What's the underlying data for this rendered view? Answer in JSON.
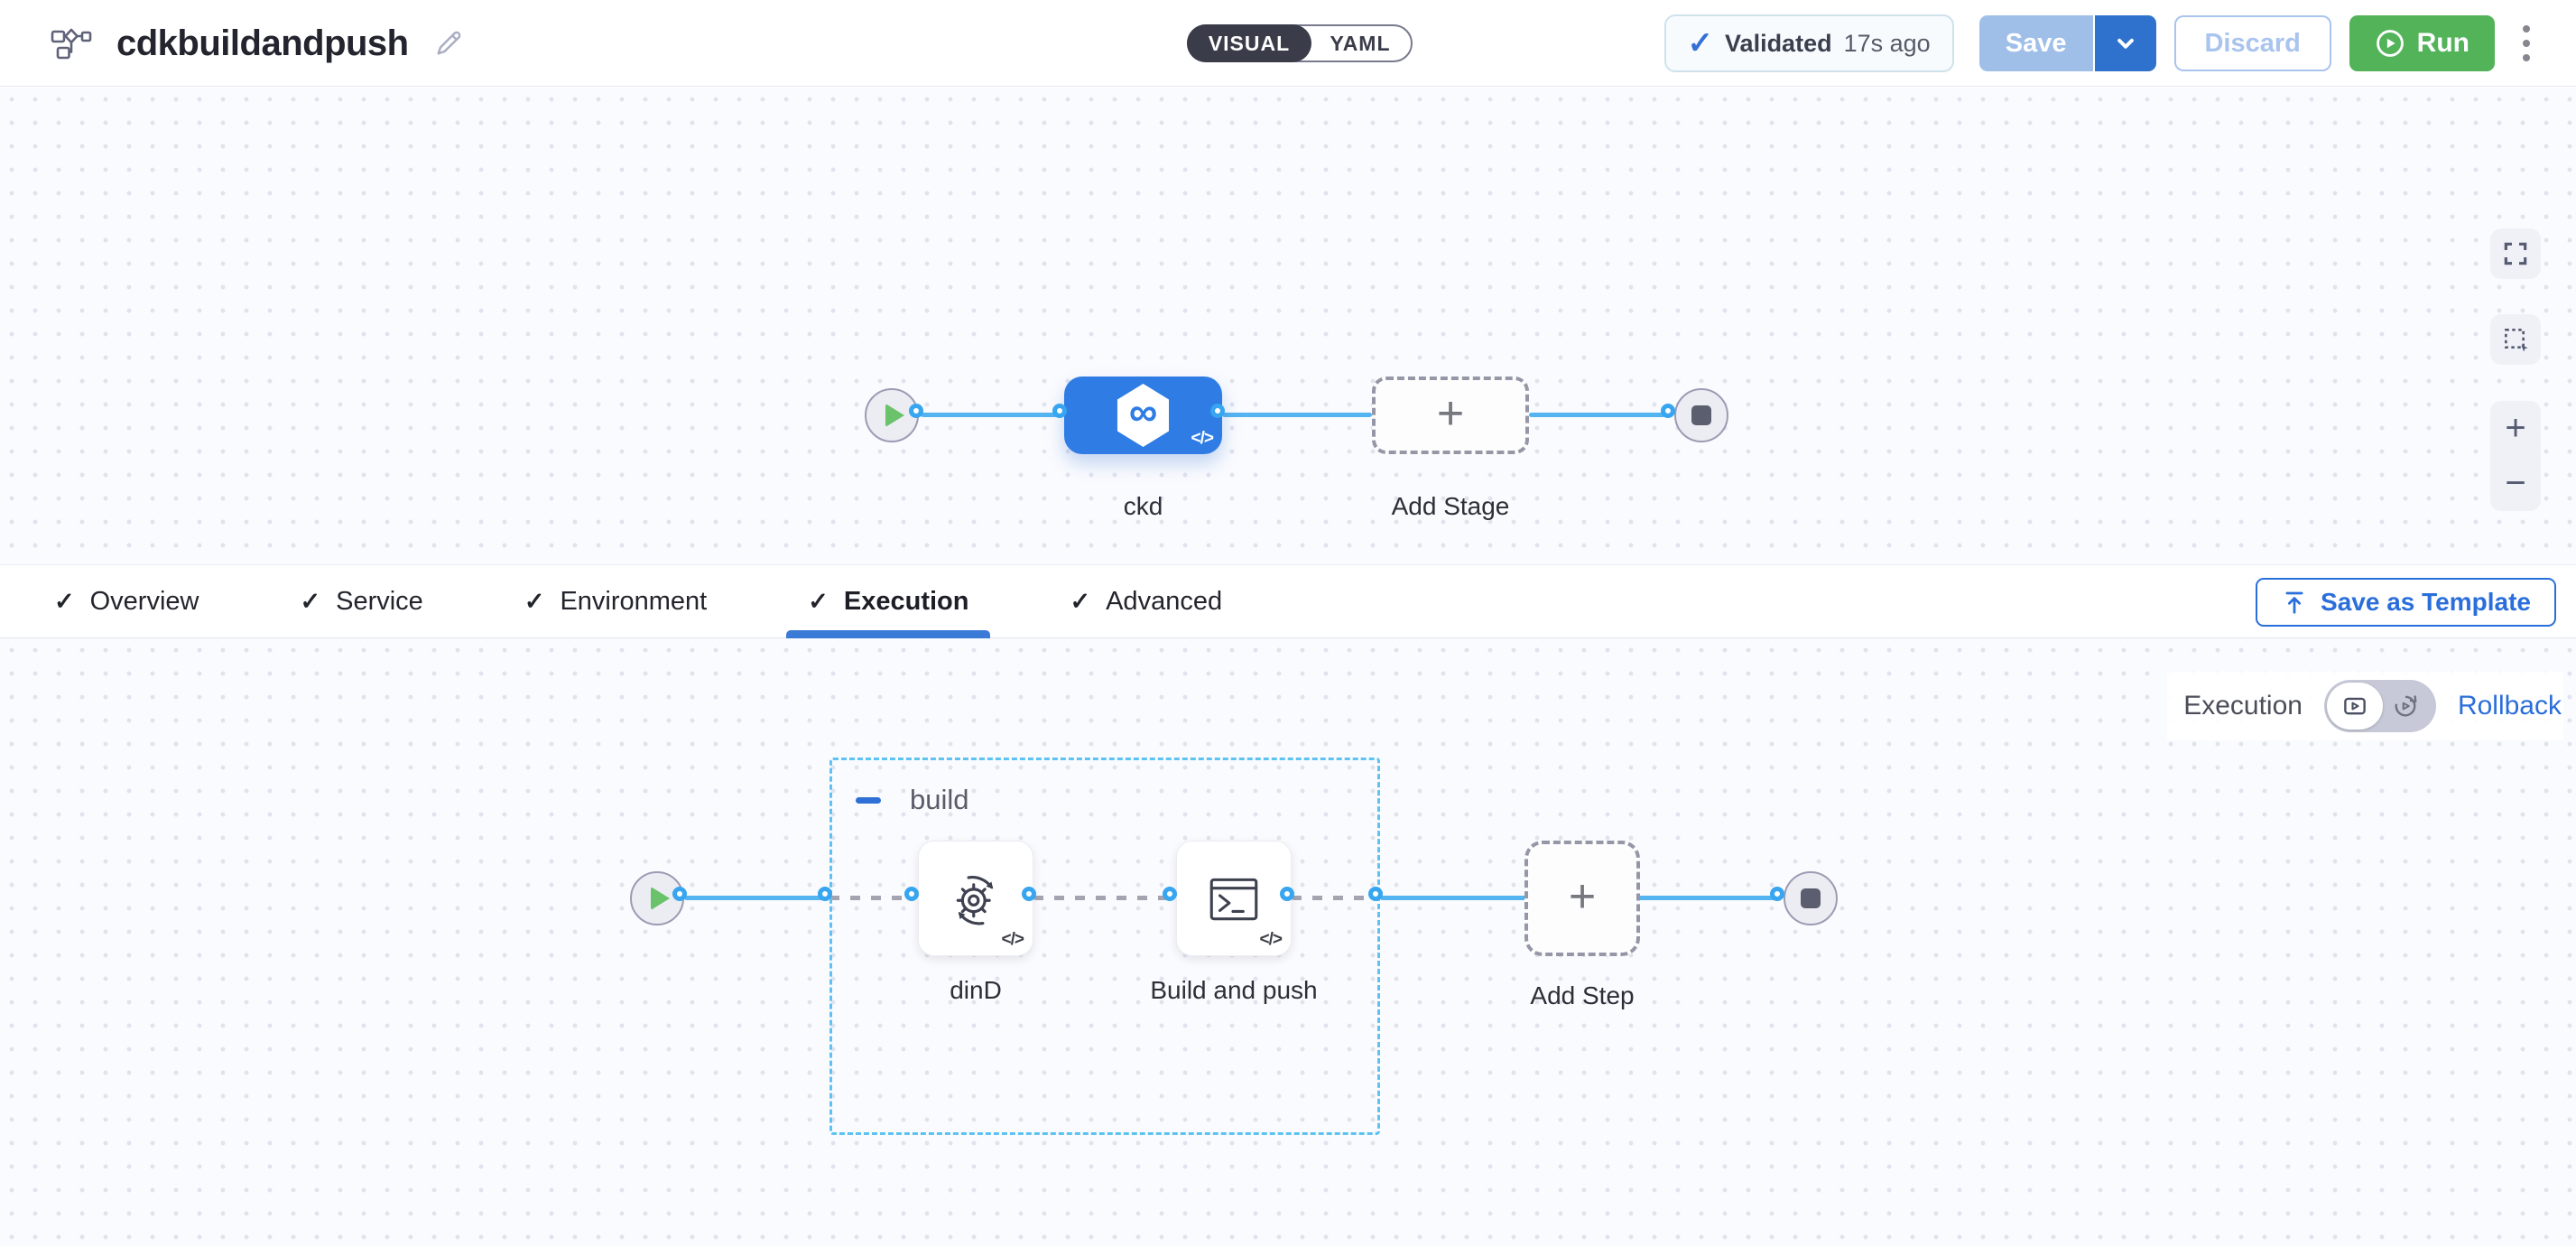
{
  "header": {
    "title": "cdkbuildandpush",
    "mode_toggle": {
      "visual_label": "VISUAL",
      "yaml_label": "YAML",
      "selected": "VISUAL"
    },
    "validated": {
      "label": "Validated",
      "time_ago": "17s ago"
    },
    "save_label": "Save",
    "discard_label": "Discard",
    "run_label": "Run"
  },
  "stage_pipeline": {
    "stage_label": "ckd",
    "add_stage_label": "Add Stage"
  },
  "tabs": {
    "items": [
      {
        "label": "Overview"
      },
      {
        "label": "Service"
      },
      {
        "label": "Environment"
      },
      {
        "label": "Execution"
      },
      {
        "label": "Advanced"
      }
    ],
    "active": "Execution",
    "save_as_template_label": "Save as Template"
  },
  "execution": {
    "mode_label": "Execution",
    "rollback_label": "Rollback",
    "group_label": "build",
    "steps": [
      {
        "label": "dinD"
      },
      {
        "label": "Build and push"
      }
    ],
    "add_step_label": "Add Step"
  },
  "icons": {
    "check": "✓",
    "infinity": "∞",
    "code": "</>",
    "plus": "+",
    "minus": "−"
  },
  "colors": {
    "primary_blue": "#2e7ce4",
    "link_blue": "#2a6edb",
    "run_green": "#52b359",
    "connector_blue": "#54b4f0",
    "group_border": "#5ec3f0"
  }
}
